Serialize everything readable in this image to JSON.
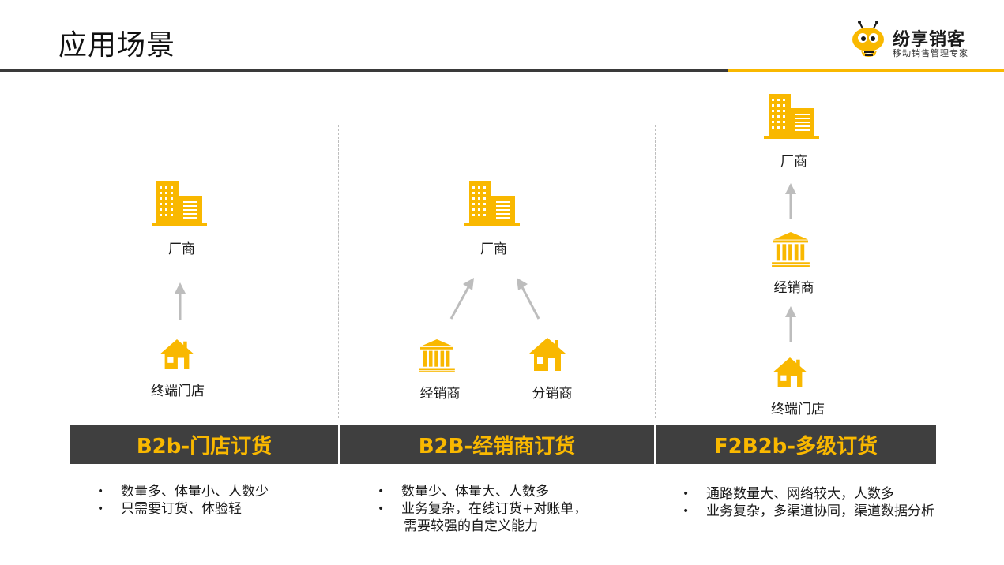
{
  "header": {
    "title": "应用场景",
    "brand": {
      "name": "纷享销客",
      "tagline": "移动销售管理专家"
    }
  },
  "colors": {
    "accent": "#f9b800",
    "banner_bg": "#3f3f3f",
    "arrow": "#bdbdbd",
    "rule": "#3a3a3a"
  },
  "icons": {
    "factory": "factory-building-icon",
    "distributor": "bank-building-icon",
    "store": "house-icon",
    "brand": "bee-mascot-icon"
  },
  "scenarios": [
    {
      "nodes": {
        "top": "厂商",
        "bottom": "终端门店"
      },
      "banner": "B2b-门店订货",
      "bullets": [
        "数量多、体量小、人数少",
        "只需要订货、体验轻"
      ]
    },
    {
      "nodes": {
        "top": "厂商",
        "left": "经销商",
        "right": "分销商"
      },
      "banner": "B2B-经销商订货",
      "bullets": [
        "数量少、体量大、人数多",
        "业务复杂，在线订货+对账单，",
        "需要较强的自定义能力"
      ]
    },
    {
      "nodes": {
        "top": "厂商",
        "middle": "经销商",
        "bottom": "终端门店"
      },
      "banner": "F2B2b-多级订货",
      "bullets": [
        "通路数量大、网络较大，人数多",
        "业务复杂，多渠道协同，渠道数据分析"
      ]
    }
  ]
}
